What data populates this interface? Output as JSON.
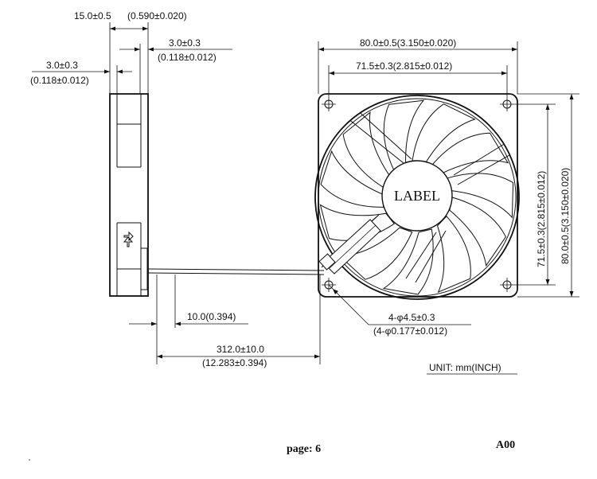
{
  "dimensions": {
    "side_thickness": {
      "value": "15.0±0.5",
      "inch": "(0.590±0.020)"
    },
    "side_right_flange": {
      "value": "3.0±0.3",
      "inch": "(0.118±0.012)"
    },
    "side_left_flange": {
      "value": "3.0±0.3",
      "inch": "(0.118±0.012)"
    },
    "frame_width": "80.0±0.5(3.150±0.020)",
    "hole_spacing_h": "71.5±0.3(2.815±0.012)",
    "hole_spacing_v": "71.5±0.3(2.815±0.012)",
    "frame_height": "80.0±0.5(3.150±0.020)",
    "lead_strip": "10.0(0.394)",
    "lead_length": {
      "value": "312.0±10.0",
      "inch": "(12.283±0.394)"
    },
    "mount_holes": {
      "value": "4-φ4.5±0.3",
      "inch": "(4-φ0.177±0.012)"
    }
  },
  "hub_label": "LABEL",
  "unit_note": "UNIT: mm(INCH)",
  "footer": {
    "page": "page: 6",
    "revision": "A00"
  }
}
